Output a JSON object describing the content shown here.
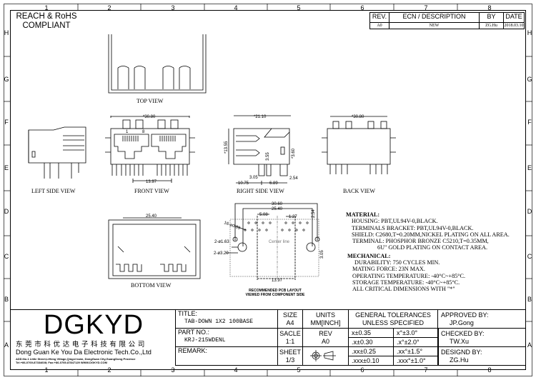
{
  "compliance": {
    "line1": "REACH & RoHS",
    "line2": "COMPLIANT"
  },
  "zones": {
    "columns": [
      "1",
      "2",
      "3",
      "4",
      "5",
      "6",
      "7",
      "8"
    ],
    "rows": [
      "H",
      "G",
      "F",
      "E",
      "D",
      "C",
      "B",
      "A"
    ]
  },
  "revision_table": {
    "headers": [
      "REV.",
      "ECN / DESCRIPTION",
      "BY",
      "DATE"
    ],
    "rows": [
      [
        "A0",
        "NEW",
        "ZG.Hu",
        "2018.03.10"
      ]
    ]
  },
  "views": {
    "top": "TOP VIEW",
    "left_side": "LEFT SIDE VIEW",
    "front": "FRONT VIEW",
    "right_side": "RIGHT SIDE VIEW",
    "back": "BACK VIEW",
    "bottom": "BOTTOM VIEW",
    "pcb_line1": "RECOMMENDED PCB LAYOUT",
    "pcb_line2": "VIEWED FROM COMPONENT SIDE"
  },
  "dimensions": {
    "front_width": "*30.80",
    "front_pitch": "13.97",
    "side_depth": "*21.10",
    "side_height": "*13.55",
    "side_3_55": "3.55",
    "side_3_60": "*3.60",
    "side_3_05": "3.05",
    "side_2_54": "2.54",
    "side_10_75": "10.75",
    "side_6_89": "6.89",
    "back_width": "*30.80",
    "bottom_width": "25.40",
    "pcb_30_60": "30.60",
    "pcb_25_40": "25.40",
    "pcb_5_08": "5.08",
    "pcb_1_27": "1.27",
    "pcb_2_54": "2.54",
    "pcb_holes_small": "16-ø0.89",
    "pcb_holes_163": "2-ø1.63",
    "pcb_holes_320": "2-ø3.20",
    "pcb_3_05": "3.05",
    "pcb_13_97": "13.97",
    "pcb_center": "Center line",
    "pin1": "1",
    "pin8": "8"
  },
  "notes": {
    "material_title": "MATERIAL:",
    "material": [
      "HOUSING: PBT,UL94V-0,BLACK.",
      "TERMINALS BRACKET: PBT,UL94V-0,BLACK.",
      "SHIELD: C2680,T=0.20MM,NICKEL PLATING ON ALL AREA.",
      "TERMINAL: PHOSPHOR BRONZE C5210,T=0.35MM,",
      "6U\" GOLD PLATING ON CONTACT AREA."
    ],
    "mechanical_title": "MECHANICAL:",
    "mechanical": [
      "DURABILITY: 750 CYCLES MIN.",
      "MATING FORCE: 23N MAX.",
      "OPERATING TEMPERATURE: -40°C~+85°C.",
      "STORAGE TEMPERATURE: -40°C~+85°C.",
      "ALL CRITICAL DIMENSIONS WITH \"*\""
    ]
  },
  "title_block": {
    "logo": "DGKYD",
    "company_cn": "东 莞 市 科 优 达 电 子 科 技 有 限 公 司",
    "company_en": "Dong Guan Ke You Da Electronic Tech.Co.,Ltd",
    "address": "ADD:No.1 Little Street,LiHeng Village,Qingxi town, DongGuan City,GuangDong Province",
    "contact": "Tel:+86-0769-87334608; Fax:+86-0769-87847129  WWW.DGKYD.COM",
    "title_label": "TITLE:",
    "title": "TAB-DOWN 1X2 100BASE",
    "part_label": "PART NO.:",
    "part": "KRJ-215WDENL",
    "remark_label": "REMARK:",
    "size_label": "SIZE",
    "size": "A4",
    "units_label": "UNITS",
    "units": "MM[INCH]",
    "scale_label": "SACLE",
    "scale": "1:1",
    "rev_label": "REV",
    "rev": "A0",
    "sheet_label": "SHEET",
    "sheet": "1/3",
    "tol_title1": "GENERAL TOLERANCES",
    "tol_title2": "UNLESS SPECIFIED",
    "tolerances": [
      [
        "x±0.35",
        "x°±3.0°"
      ],
      [
        ".x±0.30",
        ".x°±2.0°"
      ],
      [
        ".xx±0.25",
        ".xx°±1.5°"
      ],
      [
        ".xxx±0.10",
        ".xxx°±1.0°"
      ]
    ],
    "approved_label": "APPROVED BY:",
    "approved": "JP.Gong",
    "checked_label": "CHECKED BY:",
    "checked": "TW.Xu",
    "designed_label": "DESIGND BY:",
    "designed": "ZG.Hu"
  }
}
